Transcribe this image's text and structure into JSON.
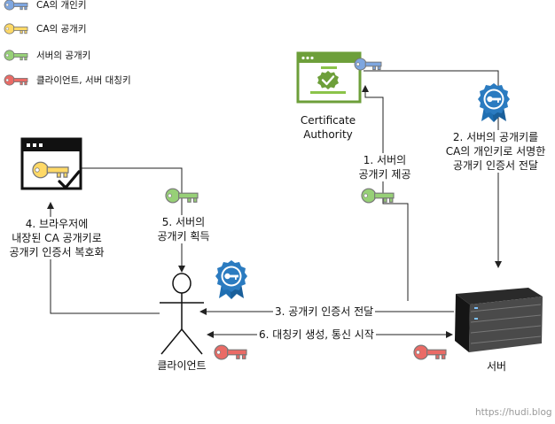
{
  "legend": [
    {
      "label": "CA의 개인키",
      "color": "#7ea6e0"
    },
    {
      "label": "CA의 공개키",
      "color": "#ffd966"
    },
    {
      "label": "서버의 공개키",
      "color": "#97d077"
    },
    {
      "label": "클라이언트, 서버 대칭키",
      "color": "#ea6b66"
    }
  ],
  "nodes": {
    "ca": {
      "line1": "Certificate",
      "line2": "Authority"
    },
    "client": {
      "label": "클라이언트"
    },
    "server": {
      "label": "서버"
    }
  },
  "steps": {
    "s1": {
      "line1": "1. 서버의",
      "line2": "공개키 제공"
    },
    "s2": {
      "line1": "2. 서버의 공개키를",
      "line2": "CA의 개인키로 서명한",
      "line3": "공개키 인증서 전달"
    },
    "s3": {
      "text": "3. 공개키 인증서 전달"
    },
    "s4": {
      "line1": "4. 브라우저에",
      "line2": "내장된 CA 공개키로",
      "line3": "공개키 인증서 복호화"
    },
    "s5": {
      "line1": "5. 서버의",
      "line2": "공개키 획득"
    },
    "s6": {
      "text": "6. 대칭키 생성, 통신 시작"
    }
  },
  "colors": {
    "ca_green": "#6d9f3a",
    "ca_green_light": "#8bc34a",
    "ribbon_blue": "#1f6fb2",
    "line": "#222222",
    "server_dark": "#1c1c1c"
  },
  "watermark": "https://hudi.blog"
}
